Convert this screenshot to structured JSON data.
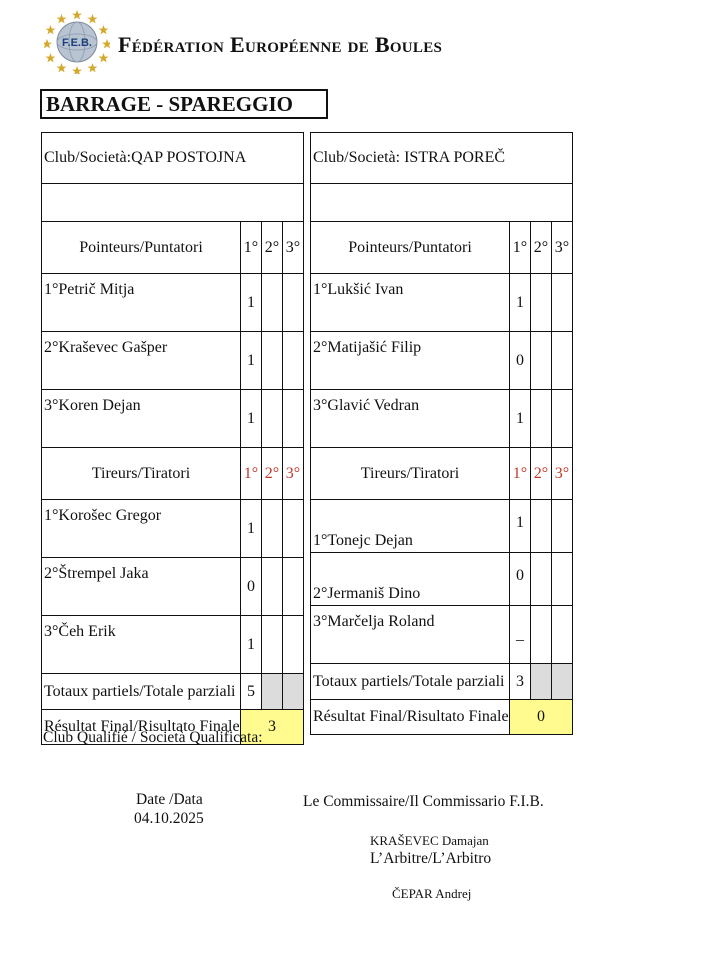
{
  "header": {
    "logo_text": "F.E.B.",
    "federation": "Fédération Européenne de Boules",
    "title": "BARRAGE - SPAREGGIO"
  },
  "teams": [
    {
      "club_label": "Club/Società:QAP POSTOJNA",
      "pointeurs_label": "Pointeurs/Puntatori",
      "tireurs_label": "Tireurs/Tiratori",
      "pointeurs": [
        {
          "name": "1°Petrič Mitja",
          "score": "1"
        },
        {
          "name": "2°Kraševec Gašper",
          "score": "1"
        },
        {
          "name": "3°Koren Dejan",
          "score": "1"
        }
      ],
      "tireurs": [
        {
          "name": "1°Korošec Gregor",
          "score": "1"
        },
        {
          "name": "2°Štrempel Jaka",
          "score": "0"
        },
        {
          "name": "3°Čeh Erik",
          "score": "1"
        }
      ],
      "partial_label": "Totaux partiels/Totale parziali",
      "partial_total": "5",
      "final_label": "Résultat Final/Risultato Finale",
      "final_result": "3"
    },
    {
      "club_label": "Club/Società: ISTRA POREČ",
      "pointeurs_label": "Pointeurs/Puntatori",
      "tireurs_label": "Tireurs/Tiratori",
      "pointeurs": [
        {
          "name": "1°Lukšić Ivan",
          "score": "1"
        },
        {
          "name": "2°Matijašić Filip",
          "score": "0"
        },
        {
          "name": "3°Glavić Vedran",
          "score": "1"
        }
      ],
      "tireurs": [
        {
          "name": "1°Tonejc Dejan",
          "score": "1"
        },
        {
          "name": "2°Jermaniš Dino",
          "score": "0"
        },
        {
          "name": "3°Marčelja Roland",
          "score": "_"
        }
      ],
      "partial_label": "Totaux partiels/Totale parziali",
      "partial_total": "3",
      "final_label": "Résultat Final/Risultato Finale",
      "final_result": "0"
    }
  ],
  "ordinals": [
    "1°",
    "2°",
    "3°"
  ],
  "footer": {
    "qualified_label": "Club Qualifié / Società Qualificata:",
    "date_label": "Date /Data",
    "date_value": "04.10.2025",
    "commissioner_label": "Le Commissaire/Il Commissario F.I.B.",
    "commissioner_name": "KRAŠEVEC Damajan",
    "referee_label": "L’Arbitre/L’Arbitro",
    "referee_name": "ČEPAR Andrej"
  },
  "colors": {
    "ordinal_red": "#c0392b",
    "final_highlight": "#fffb8f",
    "partial_shade": "#dcdcdc"
  }
}
